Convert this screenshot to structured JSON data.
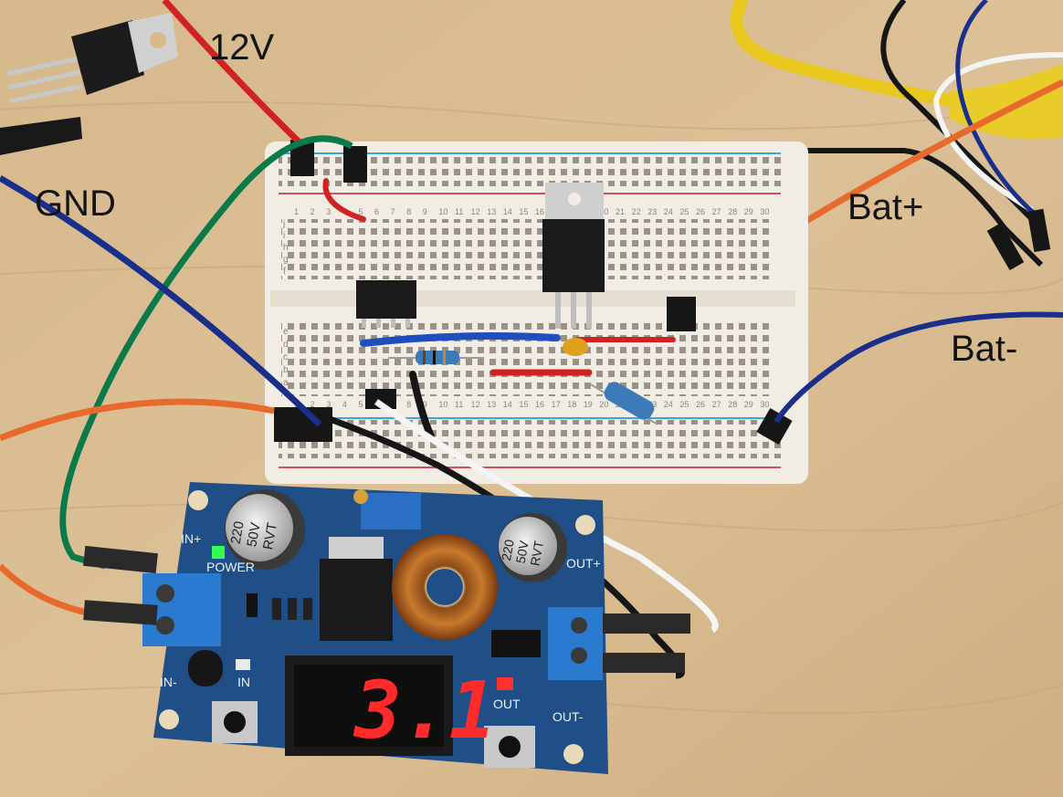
{
  "labels": {
    "v12": "12V",
    "gnd": "GND",
    "bat_plus": "Bat+",
    "bat_minus": "Bat-"
  },
  "module": {
    "in_plus": "IN+",
    "in_minus": "IN-",
    "out_plus": "OUT+",
    "out_minus": "OUT-",
    "power": "POWER",
    "in_led_label": "IN",
    "out_led_label": "OUT",
    "cap_value": "220",
    "cap_voltage": "50V",
    "cap_series": "RVT",
    "display_reading": "3.1"
  },
  "breadboard": {
    "row_letters_top": [
      "j",
      "i",
      "h",
      "g",
      "f"
    ],
    "row_letters_bottom": [
      "e",
      "d",
      "c",
      "b",
      "a"
    ],
    "column_numbers": [
      "1",
      "2",
      "3",
      "4",
      "5",
      "6",
      "7",
      "8",
      "9",
      "10",
      "11",
      "12",
      "13",
      "14",
      "15",
      "16",
      "17",
      "18",
      "19",
      "20",
      "21",
      "22",
      "23",
      "24",
      "25",
      "26",
      "27",
      "28",
      "29",
      "30"
    ]
  },
  "colors": {
    "table": "#d8b98a",
    "breadboard": "#f1ece4",
    "pcb": "#1f4f86",
    "display_red": "#ff2a2a",
    "wire_red": "#d0231f",
    "wire_green": "#0b7a4b",
    "wire_blue": "#1a2f8a",
    "wire_orange": "#e8692c",
    "wire_yellow": "#e8c81e",
    "wire_black": "#161616",
    "wire_white": "#f4f4f4",
    "led_green": "#33ff55",
    "led_red": "#ff3030"
  }
}
